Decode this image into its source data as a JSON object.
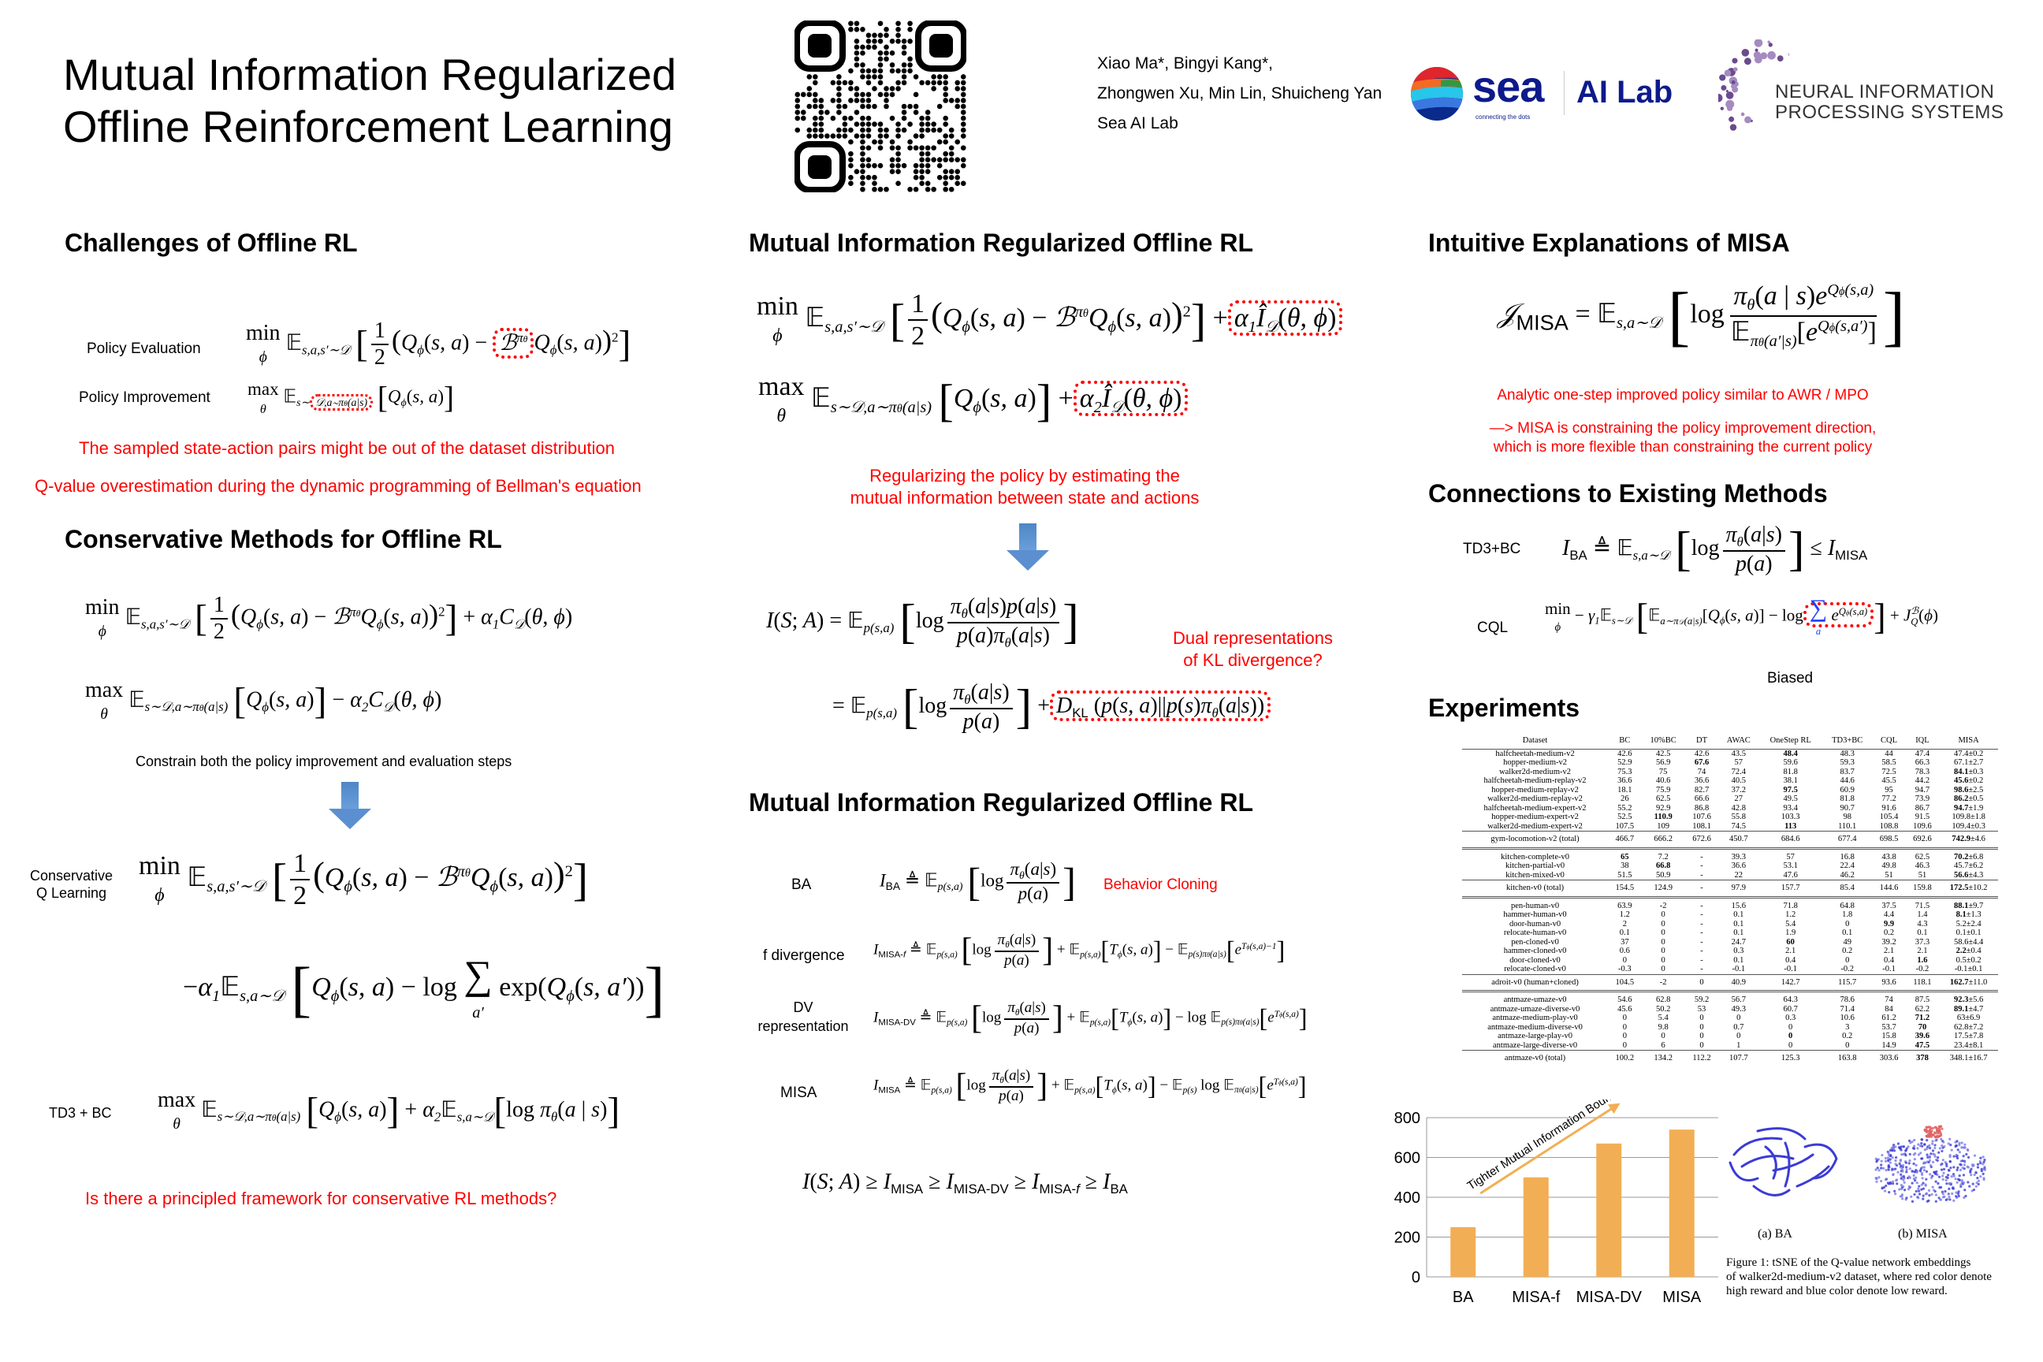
{
  "header": {
    "title_line1": "Mutual Information Regularized",
    "title_line2": "Offline Reinforcement Learning",
    "authors_line1": "Xiao Ma*, Bingyi Kang*,",
    "authors_line2": "Zhongwen Xu, Min Lin, Shuicheng Yan",
    "affiliation": "Sea AI Lab",
    "logos": {
      "sea_wordmark": "sea",
      "sea_tagline": "connecting the dots",
      "ailab": "AI Lab",
      "neurips_line1": "NEURAL INFORMATION",
      "neurips_line2": "PROCESSING SYSTEMS"
    },
    "qr_icon": "qr-code-icon"
  },
  "colors": {
    "accent_red": "#ff0000",
    "arrow_blue": "#5b8fd0",
    "bar_orange": "#f2ae55",
    "neurips_purple": "#7b5c99"
  },
  "col1": {
    "challenges": {
      "heading": "Challenges of Offline RL",
      "policy_eval_label": "Policy Evaluation",
      "policy_impr_label": "Policy Improvement",
      "note1": "The sampled state-action pairs might be out of the dataset distribution",
      "note2": "Q-value overestimation during the dynamic programming of Bellman's equation"
    },
    "conservative": {
      "heading": "Conservative Methods for Offline RL",
      "constrain_note": "Constrain both the policy improvement and evaluation steps",
      "cql_label_1": "Conservative",
      "cql_label_2": "Q Learning",
      "td3bc_label": "TD3 + BC",
      "question": "Is there a principled framework for conservative RL methods?"
    }
  },
  "col2": {
    "misa": {
      "heading": "Mutual Information Regularized Offline RL",
      "note_line1": "Regularizing the policy by estimating the",
      "note_line2": "mutual information between state and actions",
      "dual_line1": "Dual representations",
      "dual_line2": "of KL divergence?"
    },
    "bounds": {
      "heading": "Mutual Information Regularized Offline RL",
      "ba_label": "BA",
      "ba_note": "Behavior Cloning",
      "f_label": "f divergence",
      "dv_label_1": "DV",
      "dv_label_2": "representation",
      "misa_label": "MISA"
    }
  },
  "col3": {
    "intuitive": {
      "heading": "Intuitive Explanations of MISA",
      "note1": "Analytic one-step improved policy similar to AWR / MPO",
      "note2_line1": "—> MISA is constraining the policy improvement direction,",
      "note2_line2": "which is more flexible than constraining the current policy"
    },
    "connections": {
      "heading": "Connections to Existing Methods",
      "td3bc_label": "TD3+BC",
      "cql_label": "CQL",
      "biased_note": "Biased"
    },
    "experiments": {
      "heading": "Experiments",
      "table": {
        "columns": [
          "Dataset",
          "BC",
          "10%BC",
          "DT",
          "AWAC",
          "OneStep RL",
          "TD3+BC",
          "CQL",
          "IQL",
          "MISA"
        ],
        "groups": [
          {
            "rows": [
              {
                "name": "halfcheetah-medium-v2",
                "v": [
                  "42.6",
                  "42.5",
                  "42.6",
                  "43.5",
                  "48.4",
                  "48.3",
                  "44",
                  "47.4"
                ],
                "misa": "47.4",
                "std": "±0.2",
                "bold": [
                  4
                ],
                "misa_bold": false
              },
              {
                "name": "hopper-medium-v2",
                "v": [
                  "52.9",
                  "56.9",
                  "67.6",
                  "57",
                  "59.6",
                  "59.3",
                  "58.5",
                  "66.3"
                ],
                "misa": "67.1",
                "std": "±2.7",
                "bold": [
                  2
                ],
                "misa_bold": false
              },
              {
                "name": "walker2d-medium-v2",
                "v": [
                  "75.3",
                  "75",
                  "74",
                  "72.4",
                  "81.8",
                  "83.7",
                  "72.5",
                  "78.3"
                ],
                "misa": "84.1",
                "std": "±0.3",
                "bold": [],
                "misa_bold": true
              },
              {
                "name": "halfcheetah-medium-replay-v2",
                "v": [
                  "36.6",
                  "40.6",
                  "36.6",
                  "40.5",
                  "38.1",
                  "44.6",
                  "45.5",
                  "44.2"
                ],
                "misa": "45.6",
                "std": "±0.2",
                "bold": [],
                "misa_bold": true
              },
              {
                "name": "hopper-medium-replay-v2",
                "v": [
                  "18.1",
                  "75.9",
                  "82.7",
                  "37.2",
                  "97.5",
                  "60.9",
                  "95",
                  "94.7"
                ],
                "misa": "98.6",
                "std": "±2.5",
                "bold": [
                  4
                ],
                "misa_bold": true
              },
              {
                "name": "walker2d-medium-replay-v2",
                "v": [
                  "26",
                  "62.5",
                  "66.6",
                  "27",
                  "49.5",
                  "81.8",
                  "77.2",
                  "73.9"
                ],
                "misa": "86.2",
                "std": "±0.5",
                "bold": [],
                "misa_bold": true
              },
              {
                "name": "halfcheetah-medium-expert-v2",
                "v": [
                  "55.2",
                  "92.9",
                  "86.8",
                  "42.8",
                  "93.4",
                  "90.7",
                  "91.6",
                  "86.7"
                ],
                "misa": "94.7",
                "std": "±1.9",
                "bold": [],
                "misa_bold": true
              },
              {
                "name": "hopper-medium-expert-v2",
                "v": [
                  "52.5",
                  "110.9",
                  "107.6",
                  "55.8",
                  "103.3",
                  "98",
                  "105.4",
                  "91.5"
                ],
                "misa": "109.8",
                "std": "±1.8",
                "bold": [
                  1
                ],
                "misa_bold": false
              },
              {
                "name": "walker2d-medium-expert-v2",
                "v": [
                  "107.5",
                  "109",
                  "108.1",
                  "74.5",
                  "113",
                  "110.1",
                  "108.8",
                  "109.6"
                ],
                "misa": "109.4",
                "std": "±0.3",
                "bold": [
                  4
                ],
                "misa_bold": false
              }
            ],
            "total": {
              "name": "gym-locomotion-v2 (total)",
              "v": [
                "466.7",
                "666.2",
                "672.6",
                "450.7",
                "684.6",
                "677.4",
                "698.5",
                "692.6"
              ],
              "misa": "742.9",
              "std": "±4.6",
              "bold": [],
              "misa_bold": true
            }
          },
          {
            "rows": [
              {
                "name": "kitchen-complete-v0",
                "v": [
                  "65",
                  "7.2",
                  "-",
                  "39.3",
                  "57",
                  "16.8",
                  "43.8",
                  "62.5"
                ],
                "misa": "70.2",
                "std": "±6.8",
                "bold": [
                  0
                ],
                "misa_bold": true
              },
              {
                "name": "kitchen-partial-v0",
                "v": [
                  "38",
                  "66.8",
                  "-",
                  "36.6",
                  "53.1",
                  "22.4",
                  "49.8",
                  "46.3"
                ],
                "misa": "45.7",
                "std": "±6.2",
                "bold": [
                  1
                ],
                "misa_bold": false
              },
              {
                "name": "kitchen-mixed-v0",
                "v": [
                  "51.5",
                  "50.9",
                  "-",
                  "22",
                  "47.6",
                  "46.2",
                  "51",
                  "51"
                ],
                "misa": "56.6",
                "std": "±4.3",
                "bold": [],
                "misa_bold": true
              }
            ],
            "total": {
              "name": "kitchen-v0 (total)",
              "v": [
                "154.5",
                "124.9",
                "-",
                "97.9",
                "157.7",
                "85.4",
                "144.6",
                "159.8"
              ],
              "misa": "172.5",
              "std": "±10.2",
              "bold": [],
              "misa_bold": true
            }
          },
          {
            "rows": [
              {
                "name": "pen-human-v0",
                "v": [
                  "63.9",
                  "-2",
                  "-",
                  "15.6",
                  "71.8",
                  "64.8",
                  "37.5",
                  "71.5"
                ],
                "misa": "88.1",
                "std": "±9.7",
                "bold": [],
                "misa_bold": true
              },
              {
                "name": "hammer-human-v0",
                "v": [
                  "1.2",
                  "0",
                  "-",
                  "0.1",
                  "1.2",
                  "1.8",
                  "4.4",
                  "1.4"
                ],
                "misa": "8.1",
                "std": "±1.3",
                "bold": [],
                "misa_bold": true
              },
              {
                "name": "door-human-v0",
                "v": [
                  "2",
                  "0",
                  "-",
                  "0.1",
                  "5.4",
                  "0",
                  "9.9",
                  "4.3"
                ],
                "misa": "5.2",
                "std": "±2.4",
                "bold": [
                  6
                ],
                "misa_bold": false
              },
              {
                "name": "relocate-human-v0",
                "v": [
                  "0.1",
                  "0",
                  "-",
                  "0.1",
                  "1.9",
                  "0.1",
                  "0.2",
                  "0.1"
                ],
                "misa": "0.1",
                "std": "±0.1",
                "bold": [],
                "misa_bold": false
              },
              {
                "name": "pen-cloned-v0",
                "v": [
                  "37",
                  "0",
                  "-",
                  "24.7",
                  "60",
                  "49",
                  "39.2",
                  "37.3"
                ],
                "misa": "58.6",
                "std": "±4.4",
                "bold": [
                  4
                ],
                "misa_bold": false
              },
              {
                "name": "hammer-cloned-v0",
                "v": [
                  "0.6",
                  "0",
                  "-",
                  "0.3",
                  "2.1",
                  "0.2",
                  "2.1",
                  "2.1"
                ],
                "misa": "2.2",
                "std": "±0.4",
                "bold": [],
                "misa_bold": true
              },
              {
                "name": "door-cloned-v0",
                "v": [
                  "0",
                  "0",
                  "-",
                  "0.1",
                  "0.4",
                  "0",
                  "0.4",
                  "1.6"
                ],
                "misa": "0.5",
                "std": "±0.2",
                "bold": [
                  7
                ],
                "misa_bold": false
              },
              {
                "name": "relocate-cloned-v0",
                "v": [
                  "-0.3",
                  "0",
                  "-",
                  "-0.1",
                  "-0.1",
                  "-0.2",
                  "-0.1",
                  "-0.2"
                ],
                "misa": "-0.1",
                "std": "±0.1",
                "bold": [],
                "misa_bold": false
              }
            ],
            "total": {
              "name": "adroit-v0 (human+cloned)",
              "v": [
                "104.5",
                "-2",
                "0",
                "40.9",
                "142.7",
                "115.7",
                "93.6",
                "118.1"
              ],
              "misa": "162.7",
              "std": "±11.0",
              "bold": [],
              "misa_bold": true
            }
          },
          {
            "rows": [
              {
                "name": "antmaze-umaze-v0",
                "v": [
                  "54.6",
                  "62.8",
                  "59.2",
                  "56.7",
                  "64.3",
                  "78.6",
                  "74",
                  "87.5"
                ],
                "misa": "92.3",
                "std": "±5.6",
                "bold": [],
                "misa_bold": true
              },
              {
                "name": "antmaze-umaze-diverse-v0",
                "v": [
                  "45.6",
                  "50.2",
                  "53",
                  "49.3",
                  "60.7",
                  "71.4",
                  "84",
                  "62.2"
                ],
                "misa": "89.1",
                "std": "±4.7",
                "bold": [],
                "misa_bold": true
              },
              {
                "name": "antmaze-medium-play-v0",
                "v": [
                  "0",
                  "5.4",
                  "0",
                  "0",
                  "0.3",
                  "10.6",
                  "61.2",
                  "71.2"
                ],
                "misa": "63",
                "std": "±6.9",
                "bold": [
                  7
                ],
                "misa_bold": false
              },
              {
                "name": "antmaze-medium-diverse-v0",
                "v": [
                  "0",
                  "9.8",
                  "0",
                  "0.7",
                  "0",
                  "3",
                  "53.7",
                  "70"
                ],
                "misa": "62.8",
                "std": "±7.2",
                "bold": [
                  7
                ],
                "misa_bold": false
              },
              {
                "name": "antmaze-large-play-v0",
                "v": [
                  "0",
                  "0",
                  "0",
                  "0",
                  "0",
                  "0.2",
                  "15.8",
                  "39.6"
                ],
                "misa": "17.5",
                "std": "±7.8",
                "bold": [
                  4,
                  7
                ],
                "misa_bold": false
              },
              {
                "name": "antmaze-large-diverse-v0",
                "v": [
                  "0",
                  "6",
                  "0",
                  "1",
                  "0",
                  "0",
                  "14.9",
                  "47.5"
                ],
                "misa": "23.4",
                "std": "±8.1",
                "bold": [
                  7
                ],
                "misa_bold": false
              }
            ],
            "total": {
              "name": "antmaze-v0 (total)",
              "v": [
                "100.2",
                "134.2",
                "112.2",
                "107.7",
                "125.3",
                "163.8",
                "303.6",
                "378"
              ],
              "misa": "348.1",
              "std": "±16.7",
              "bold": [
                7
              ],
              "misa_bold": false
            }
          }
        ]
      },
      "tsne": {
        "label_a": "(a) BA",
        "label_b": "(b) MISA",
        "caption_line1": "Figure 1: tSNE of the Q-value network embeddings",
        "caption_line2": "of walker2d-medium-v2 dataset, where red color denote",
        "caption_line3": "high reward and blue color denote low reward."
      }
    }
  },
  "chart_data": {
    "type": "bar",
    "title": "",
    "categories": [
      "BA",
      "MISA-f",
      "MISA-DV",
      "MISA"
    ],
    "values": [
      250,
      500,
      670,
      740
    ],
    "ylim": [
      0,
      800
    ],
    "yticks": [
      "0",
      "200",
      "400",
      "600",
      "800"
    ],
    "xlabel": "",
    "ylabel": "",
    "grid": true,
    "legend": "none",
    "annotation": "Tighter Mutual Information Bound"
  }
}
